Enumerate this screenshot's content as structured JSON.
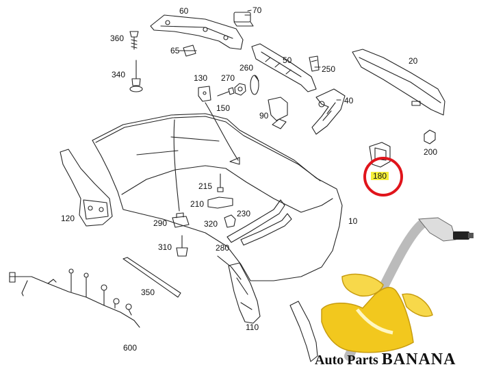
{
  "diagram": {
    "callouts": [
      {
        "id": "p60",
        "text": "60"
      },
      {
        "id": "p70",
        "text": "70"
      },
      {
        "id": "p360",
        "text": "360"
      },
      {
        "id": "p65",
        "text": "65"
      },
      {
        "id": "p340",
        "text": "340"
      },
      {
        "id": "p130",
        "text": "130"
      },
      {
        "id": "p270",
        "text": "270"
      },
      {
        "id": "p260",
        "text": "260"
      },
      {
        "id": "p50",
        "text": "50"
      },
      {
        "id": "p250",
        "text": "250"
      },
      {
        "id": "p20",
        "text": "20"
      },
      {
        "id": "p150",
        "text": "150"
      },
      {
        "id": "p90",
        "text": "90"
      },
      {
        "id": "p40",
        "text": "40"
      },
      {
        "id": "p200",
        "text": "200"
      },
      {
        "id": "p180",
        "text": "180"
      },
      {
        "id": "p215",
        "text": "215"
      },
      {
        "id": "p210",
        "text": "210"
      },
      {
        "id": "p230",
        "text": "230"
      },
      {
        "id": "p120",
        "text": "120"
      },
      {
        "id": "p290",
        "text": "290"
      },
      {
        "id": "p320",
        "text": "320"
      },
      {
        "id": "p10",
        "text": "10"
      },
      {
        "id": "p310",
        "text": "310"
      },
      {
        "id": "p280",
        "text": "280"
      },
      {
        "id": "p350",
        "text": "350"
      },
      {
        "id": "p110",
        "text": "110"
      },
      {
        "id": "p600",
        "text": "600"
      }
    ],
    "highlighted_part": "180",
    "highlight_color": "#e0141b",
    "label_highlight_color": "#f4ee3a"
  },
  "brand": {
    "prefix": "Auto Parts ",
    "name": "BANANA",
    "logo_color": "#f2c81e"
  }
}
